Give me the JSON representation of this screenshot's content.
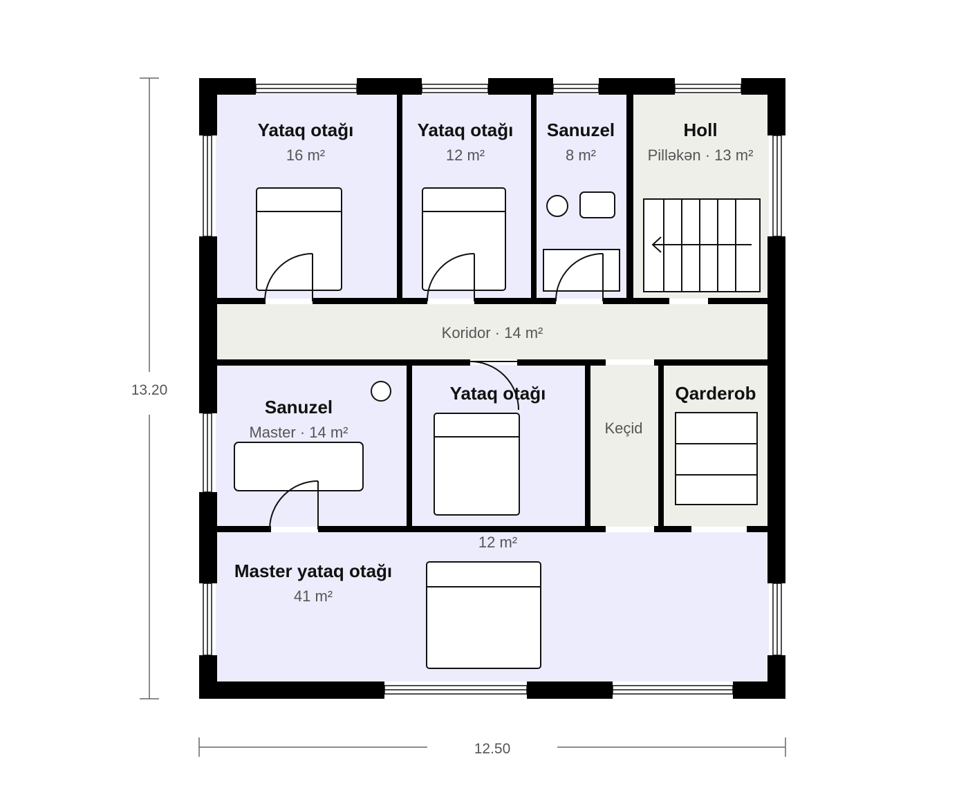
{
  "colors": {
    "room_fill": "#ececfc",
    "service_fill": "#efefea",
    "wall": "#000000",
    "dimension_line": "#666666"
  },
  "dimensions": {
    "width_label": "12.50",
    "height_label": "13.20"
  },
  "rooms": {
    "bedroom_1": {
      "name": "Yataq otağı",
      "area": "16 m²"
    },
    "bedroom_2": {
      "name": "Yataq otağı",
      "area": "12 m²"
    },
    "bathroom_1": {
      "name": "Sanuzel",
      "area": "8 m²"
    },
    "hall": {
      "name": "Holl",
      "area": "Pilləkən · 13 m²"
    },
    "corridor": {
      "label": "Koridor · 14 m²"
    },
    "master_bathroom": {
      "name": "Sanuzel",
      "area": "Master · 14 m²"
    },
    "bedroom_3": {
      "name": "Yataq otağı",
      "area": "12 m²"
    },
    "passage": {
      "label": "Keçid"
    },
    "wardrobe": {
      "name": "Qarderob"
    },
    "master_bedroom": {
      "name": "Master yataq otağı",
      "area": "41 m²"
    }
  },
  "icons": [
    "bed-icon",
    "door-swing-icon",
    "stairs-icon",
    "toilet-icon",
    "sink-icon",
    "bathtub-icon",
    "wardrobe-shelves-icon",
    "window-icon"
  ]
}
